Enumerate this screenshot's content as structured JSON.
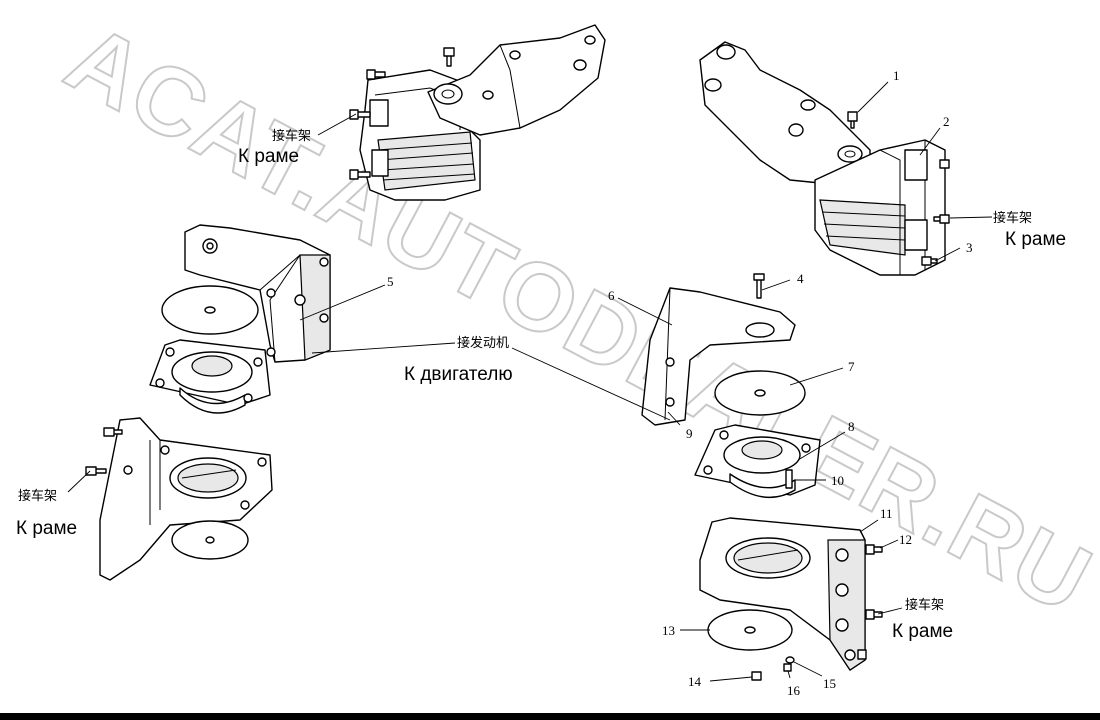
{
  "watermark": "ACAT.AUTODEALER.RU",
  "callouts": {
    "c1": "1",
    "c2": "2",
    "c3": "3",
    "c4": "4",
    "c5": "5",
    "c6": "6",
    "c7": "7",
    "c8": "8",
    "c9": "9",
    "c10": "10",
    "c11": "11",
    "c12": "12",
    "c13": "13",
    "c14": "14",
    "c15": "15",
    "c16": "16"
  },
  "labels": {
    "frame_cn": "接车架",
    "frame_ru": "К раме",
    "engine_cn": "接发动机",
    "engine_ru": "К двигателю"
  },
  "colors": {
    "line": "#000000",
    "watermark": "#c9c9c9",
    "fill": "#ffffff",
    "shade": "#e8e8e8"
  }
}
